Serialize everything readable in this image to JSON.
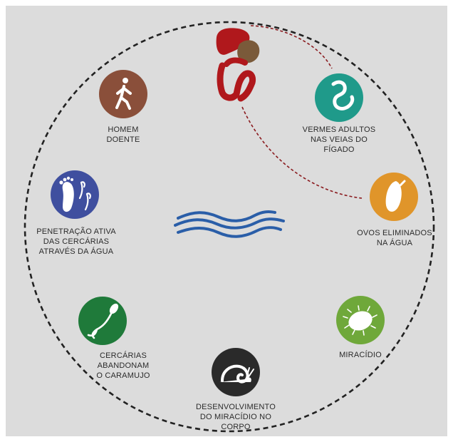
{
  "diagram": {
    "stages": [
      {
        "id": "homem-doente",
        "lines": [
          "HOMEM",
          "DOENTE"
        ],
        "color": "#8a4f3a",
        "icon": "walking-person-icon"
      },
      {
        "id": "vermes-adultos",
        "lines": [
          "VERMES ADULTOS",
          "NAS VEIAS DO",
          "FÍGADO"
        ],
        "color": "#1f9a8a",
        "icon": "worm-icon"
      },
      {
        "id": "ovos-eliminados",
        "lines": [
          "OVOS ELIMINADOS",
          "NA ÁGUA"
        ],
        "color": "#e0952a",
        "icon": "egg-icon"
      },
      {
        "id": "miracidio",
        "lines": [
          "MIRACÍDIO"
        ],
        "color": "#6fa83a",
        "icon": "miracidium-icon"
      },
      {
        "id": "desenvolvimento",
        "lines": [
          "DESENVOLVIMENTO",
          "DO MIRACÍDIO NO",
          "CORPO"
        ],
        "color": "#2a2a2a",
        "icon": "snail-icon"
      },
      {
        "id": "cercarias-abandonam",
        "lines": [
          "CERCÁRIAS",
          "ABANDONAM",
          "O CARAMUJO"
        ],
        "color": "#1f7a3a",
        "icon": "cercaria-icon"
      },
      {
        "id": "penetracao",
        "lines": [
          "PENETRAÇÃO ATIVA",
          "DAS CERCÁRIAS",
          "ATRAVÉS DA ÁGUA"
        ],
        "color": "#3f4f9f",
        "icon": "foot-cercaria-icon"
      }
    ],
    "center_icon": "water-waves-icon",
    "top_icon": "digestive-organs-icon",
    "colors": {
      "organs": "#b0181c",
      "organs_secondary": "#7a5a3a",
      "water": "#2a5ea8",
      "circle_dash": "#222222",
      "connector": "#8a1a1e"
    }
  }
}
